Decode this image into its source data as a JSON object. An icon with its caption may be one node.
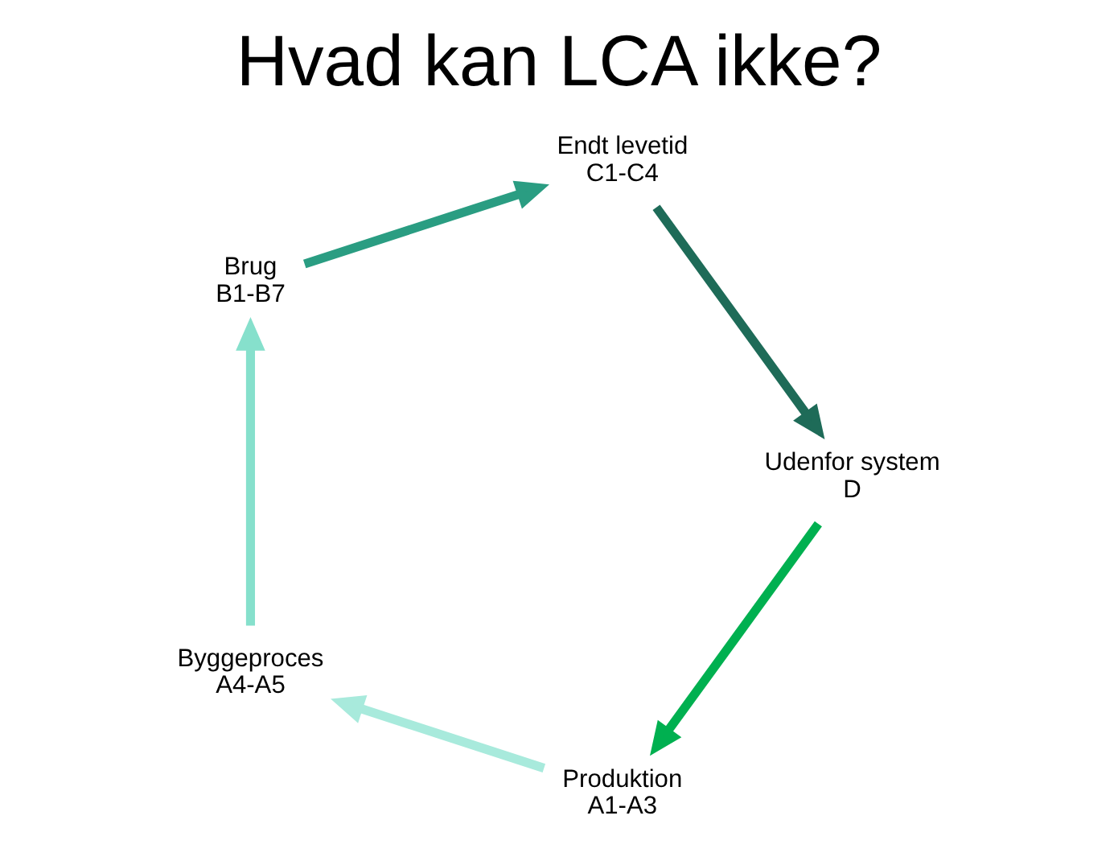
{
  "diagram": {
    "title": "Hvad kan LCA ikke?",
    "nodes": [
      {
        "text": [
          "Produktion",
          "A1-A3"
        ]
      },
      {
        "text": [
          "Byggeproces",
          "A4-A5"
        ]
      },
      {
        "text": [
          "Brug",
          "B1-B7"
        ]
      },
      {
        "text": [
          "Endt levetid",
          "C1-C4"
        ]
      },
      {
        "text": [
          "Udenfor system",
          "D"
        ]
      }
    ],
    "edges": [
      {
        "from": 0,
        "to": 1,
        "arrow": "to",
        "color": "#a8eadc"
      },
      {
        "from": 1,
        "to": 2,
        "arrow": "to",
        "color": "#86e0cc"
      },
      {
        "from": 2,
        "to": 3,
        "arrow": "to",
        "color": "#2a9d82"
      },
      {
        "from": 3,
        "to": 4,
        "arrow": "to",
        "color": "#1e6b58"
      },
      {
        "from": 4,
        "to": 0,
        "arrow": "to",
        "color": "#00b050"
      }
    ]
  }
}
